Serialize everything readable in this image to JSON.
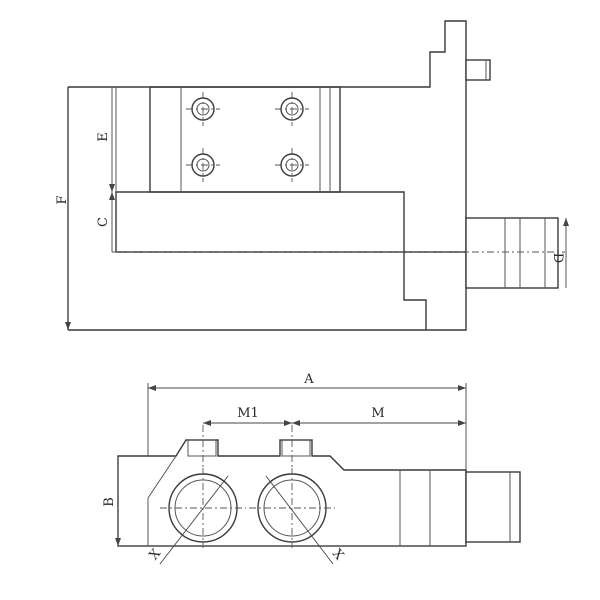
{
  "labels": {
    "a": "A",
    "b": "B",
    "c": "C",
    "d": "D",
    "e": "E",
    "f": "F",
    "m": "M",
    "m1": "M1",
    "x_left": "X",
    "x_right": "X"
  },
  "colors": {
    "line": "#3a3a3a",
    "background": "#ffffff"
  }
}
